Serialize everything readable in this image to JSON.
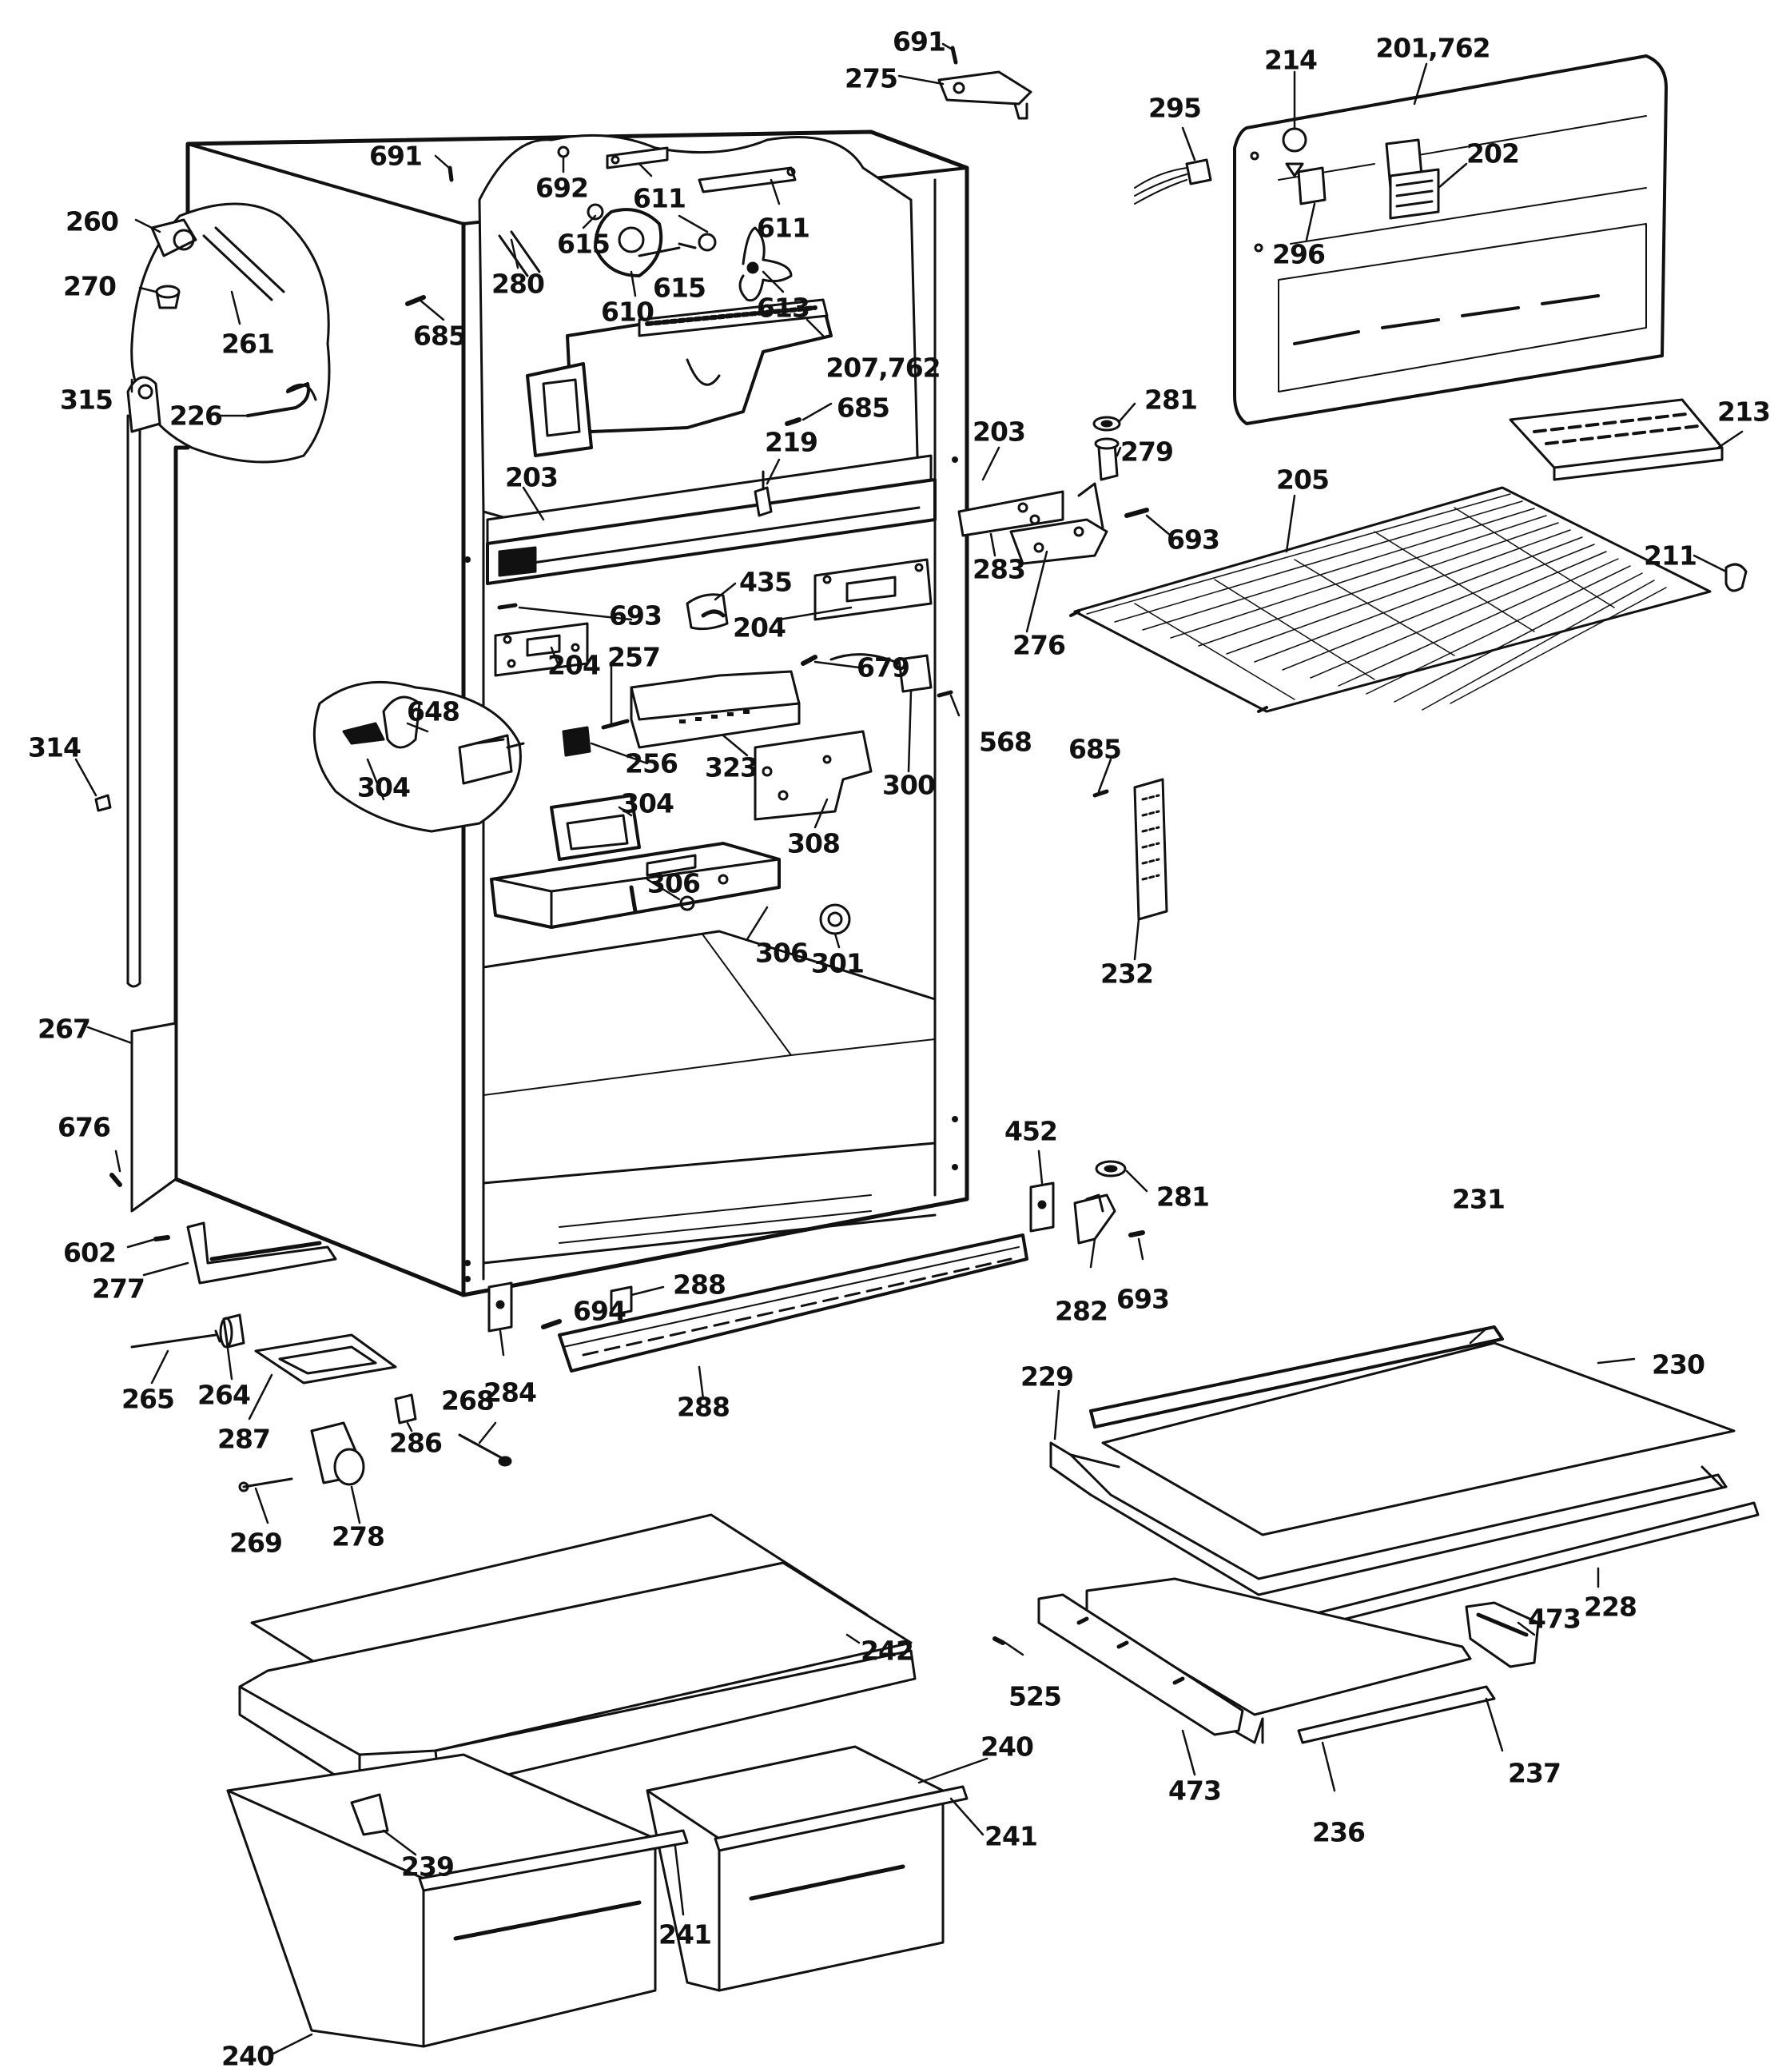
{
  "diagram": {
    "callouts": [
      {
        "id": "691a",
        "text": "691"
      },
      {
        "id": "275",
        "text": "275"
      },
      {
        "id": "214",
        "text": "214"
      },
      {
        "id": "201",
        "text": "201,762"
      },
      {
        "id": "295",
        "text": "295"
      },
      {
        "id": "202",
        "text": "202"
      },
      {
        "id": "296",
        "text": "296"
      },
      {
        "id": "691b",
        "text": "691"
      },
      {
        "id": "692",
        "text": "692"
      },
      {
        "id": "611a",
        "text": "611"
      },
      {
        "id": "611b",
        "text": "611"
      },
      {
        "id": "260",
        "text": "260"
      },
      {
        "id": "615a",
        "text": "615"
      },
      {
        "id": "615b",
        "text": "615"
      },
      {
        "id": "270",
        "text": "270"
      },
      {
        "id": "280",
        "text": "280"
      },
      {
        "id": "610",
        "text": "610"
      },
      {
        "id": "613",
        "text": "613"
      },
      {
        "id": "685a",
        "text": "685"
      },
      {
        "id": "261",
        "text": "261"
      },
      {
        "id": "207",
        "text": "207,762"
      },
      {
        "id": "315",
        "text": "315"
      },
      {
        "id": "226",
        "text": "226"
      },
      {
        "id": "685b",
        "text": "685"
      },
      {
        "id": "281a",
        "text": "281"
      },
      {
        "id": "213",
        "text": "213"
      },
      {
        "id": "203a",
        "text": "203"
      },
      {
        "id": "279",
        "text": "279"
      },
      {
        "id": "203b",
        "text": "203"
      },
      {
        "id": "219",
        "text": "219"
      },
      {
        "id": "205",
        "text": "205"
      },
      {
        "id": "693a",
        "text": "693"
      },
      {
        "id": "283",
        "text": "283"
      },
      {
        "id": "211",
        "text": "211"
      },
      {
        "id": "435",
        "text": "435"
      },
      {
        "id": "693b",
        "text": "693"
      },
      {
        "id": "204a",
        "text": "204"
      },
      {
        "id": "276",
        "text": "276"
      },
      {
        "id": "257",
        "text": "257"
      },
      {
        "id": "204b",
        "text": "204"
      },
      {
        "id": "679",
        "text": "679"
      },
      {
        "id": "648",
        "text": "648"
      },
      {
        "id": "568",
        "text": "568"
      },
      {
        "id": "314",
        "text": "314"
      },
      {
        "id": "256",
        "text": "256"
      },
      {
        "id": "323",
        "text": "323"
      },
      {
        "id": "300",
        "text": "300"
      },
      {
        "id": "685c",
        "text": "685"
      },
      {
        "id": "304a",
        "text": "304"
      },
      {
        "id": "304b",
        "text": "304"
      },
      {
        "id": "308",
        "text": "308"
      },
      {
        "id": "306a",
        "text": "306"
      },
      {
        "id": "306b",
        "text": "306"
      },
      {
        "id": "301",
        "text": "301"
      },
      {
        "id": "232",
        "text": "232"
      },
      {
        "id": "267",
        "text": "267"
      },
      {
        "id": "676",
        "text": "676"
      },
      {
        "id": "452",
        "text": "452"
      },
      {
        "id": "281b",
        "text": "281"
      },
      {
        "id": "231",
        "text": "231"
      },
      {
        "id": "602",
        "text": "602"
      },
      {
        "id": "277",
        "text": "277"
      },
      {
        "id": "288a",
        "text": "288"
      },
      {
        "id": "694",
        "text": "694"
      },
      {
        "id": "282",
        "text": "282"
      },
      {
        "id": "693c",
        "text": "693"
      },
      {
        "id": "230",
        "text": "230"
      },
      {
        "id": "284",
        "text": "284"
      },
      {
        "id": "265",
        "text": "265"
      },
      {
        "id": "264",
        "text": "264"
      },
      {
        "id": "288b",
        "text": "288"
      },
      {
        "id": "229",
        "text": "229"
      },
      {
        "id": "287",
        "text": "287"
      },
      {
        "id": "268",
        "text": "268"
      },
      {
        "id": "286",
        "text": "286"
      },
      {
        "id": "269",
        "text": "269"
      },
      {
        "id": "278",
        "text": "278"
      },
      {
        "id": "228",
        "text": "228"
      },
      {
        "id": "242",
        "text": "242"
      },
      {
        "id": "473a",
        "text": "473"
      },
      {
        "id": "525",
        "text": "525"
      },
      {
        "id": "240a",
        "text": "240"
      },
      {
        "id": "473b",
        "text": "473"
      },
      {
        "id": "237",
        "text": "237"
      },
      {
        "id": "241a",
        "text": "241"
      },
      {
        "id": "239",
        "text": "239"
      },
      {
        "id": "236",
        "text": "236"
      },
      {
        "id": "241b",
        "text": "241"
      },
      {
        "id": "240b",
        "text": "240"
      }
    ]
  }
}
